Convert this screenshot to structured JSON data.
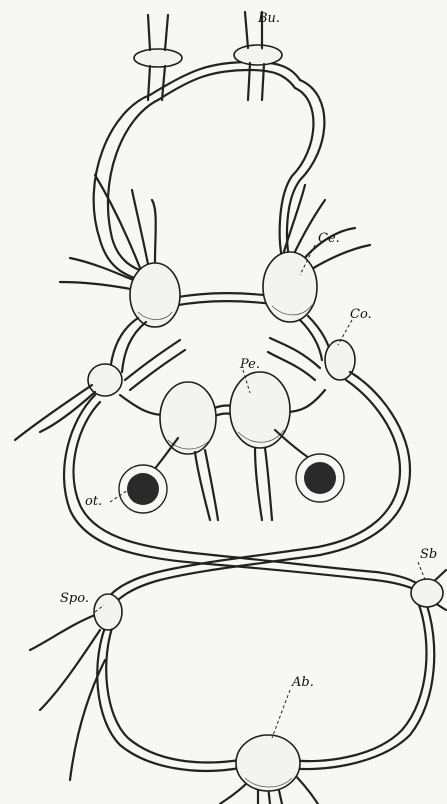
{
  "figure": {
    "labels": {
      "buccal": "Bu.",
      "cerebral": "Ce.",
      "connective": "Co.",
      "pedal": "Pe.",
      "otocyst": "ot.",
      "supraintestinal": "Sb",
      "subintestinal": "Spo.",
      "abdominal": "Ab."
    }
  }
}
